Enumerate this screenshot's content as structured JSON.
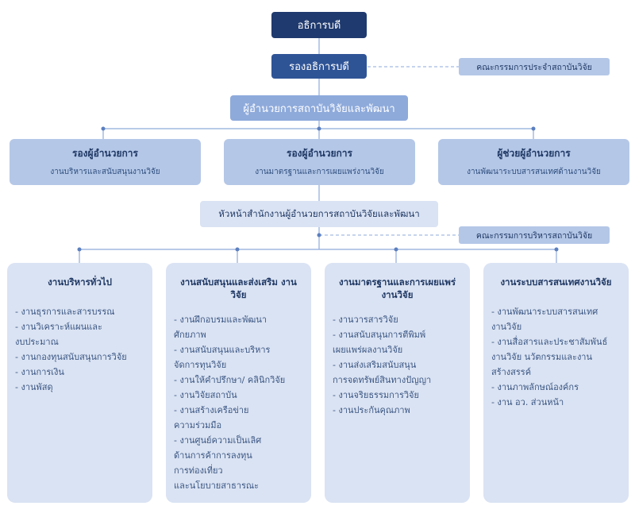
{
  "director": "อธิการบดี",
  "vice_president": "รองอธิการบดี",
  "committee_standing": "คณะกรรมการประจำสถาบันวิจัย",
  "institute_director": "ผู้อำนวยการสถาบันวิจัยและพัฒนา",
  "deputies": [
    {
      "title": "รองผู้อำนวยการ",
      "subtitle": "งานบริหารและสนับสนุนงานวิจัย"
    },
    {
      "title": "รองผู้อำนวยการ",
      "subtitle": "งานมาตรฐานและการเผยแพร่งานวิจัย"
    },
    {
      "title": "ผู้ช่วยผู้อำนวยการ",
      "subtitle": "งานพัฒนาระบบสารสนเทศด้านงานวิจัย"
    }
  ],
  "office_head": "หัวหน้าสำนักงานผู้อำนวยการสถาบันวิจัยและพัฒนา",
  "committee_admin": "คณะกรรมการบริหารสถาบันวิจัย",
  "columns": [
    {
      "title": "งานบริหารทั่วไป",
      "items": [
        "- งานธุรการและสารบรรณ",
        "- งานวิเคราะห์แผนและ",
        "งบประมาณ",
        "- งานกองทุนสนับสนุนการวิจัย",
        "- งานการเงิน",
        "- งานพัสดุ"
      ]
    },
    {
      "title": "งานสนับสนุนและส่งเสริม งานวิจัย",
      "items": [
        "- งานฝึกอบรมและพัฒนา",
        "  ศักยภาพ",
        "- งานสนับสนุนและบริหาร",
        "  จัดการทุนวิจัย",
        "- งานให้คำปรึกษา/ คลินิกวิจัย",
        "- งานวิจัยสถาบัน",
        "- งานสร้างเครือข่าย",
        "  ความร่วมมือ",
        "- งานศูนย์ความเป็นเลิศ",
        "  ด้านการค้าการลงทุน",
        "  การท่องเที่ยว",
        "  และนโยบายสาธารณะ"
      ]
    },
    {
      "title": "งานมาตรฐานและการเผยแพร่ งานวิจัย",
      "items": [
        "- งานวารสารวิจัย",
        "- งานสนับสนุนการตีพิมพ์",
        "  เผยแพร่ผลงานวิจัย",
        "- งานส่งเสริมสนับสนุน",
        "  การจดทรัพย์สินทางปัญญา",
        "- งานจริยธรรมการวิจัย",
        "- งานประกันคุณภาพ"
      ]
    },
    {
      "title": "งานระบบสารสนเทศงานวิจัย",
      "items": [
        "- งานพัฒนาระบบสารสนเทศ",
        "  งานวิจัย",
        "- งานสื่อสารและประชาสัมพันธ์",
        "  งานวิจัย นวัตกรรมและงาน",
        "  สร้างสรรค์",
        "- งานภาพลักษณ์องค์กร",
        "- งาน อว. ส่วนหน้า"
      ]
    }
  ],
  "colors": {
    "dark": "#1f3a6e",
    "mid": "#2f5496",
    "light": "#8eaadb",
    "pale": "#b4c7e7",
    "column_bg": "#dae3f3"
  }
}
